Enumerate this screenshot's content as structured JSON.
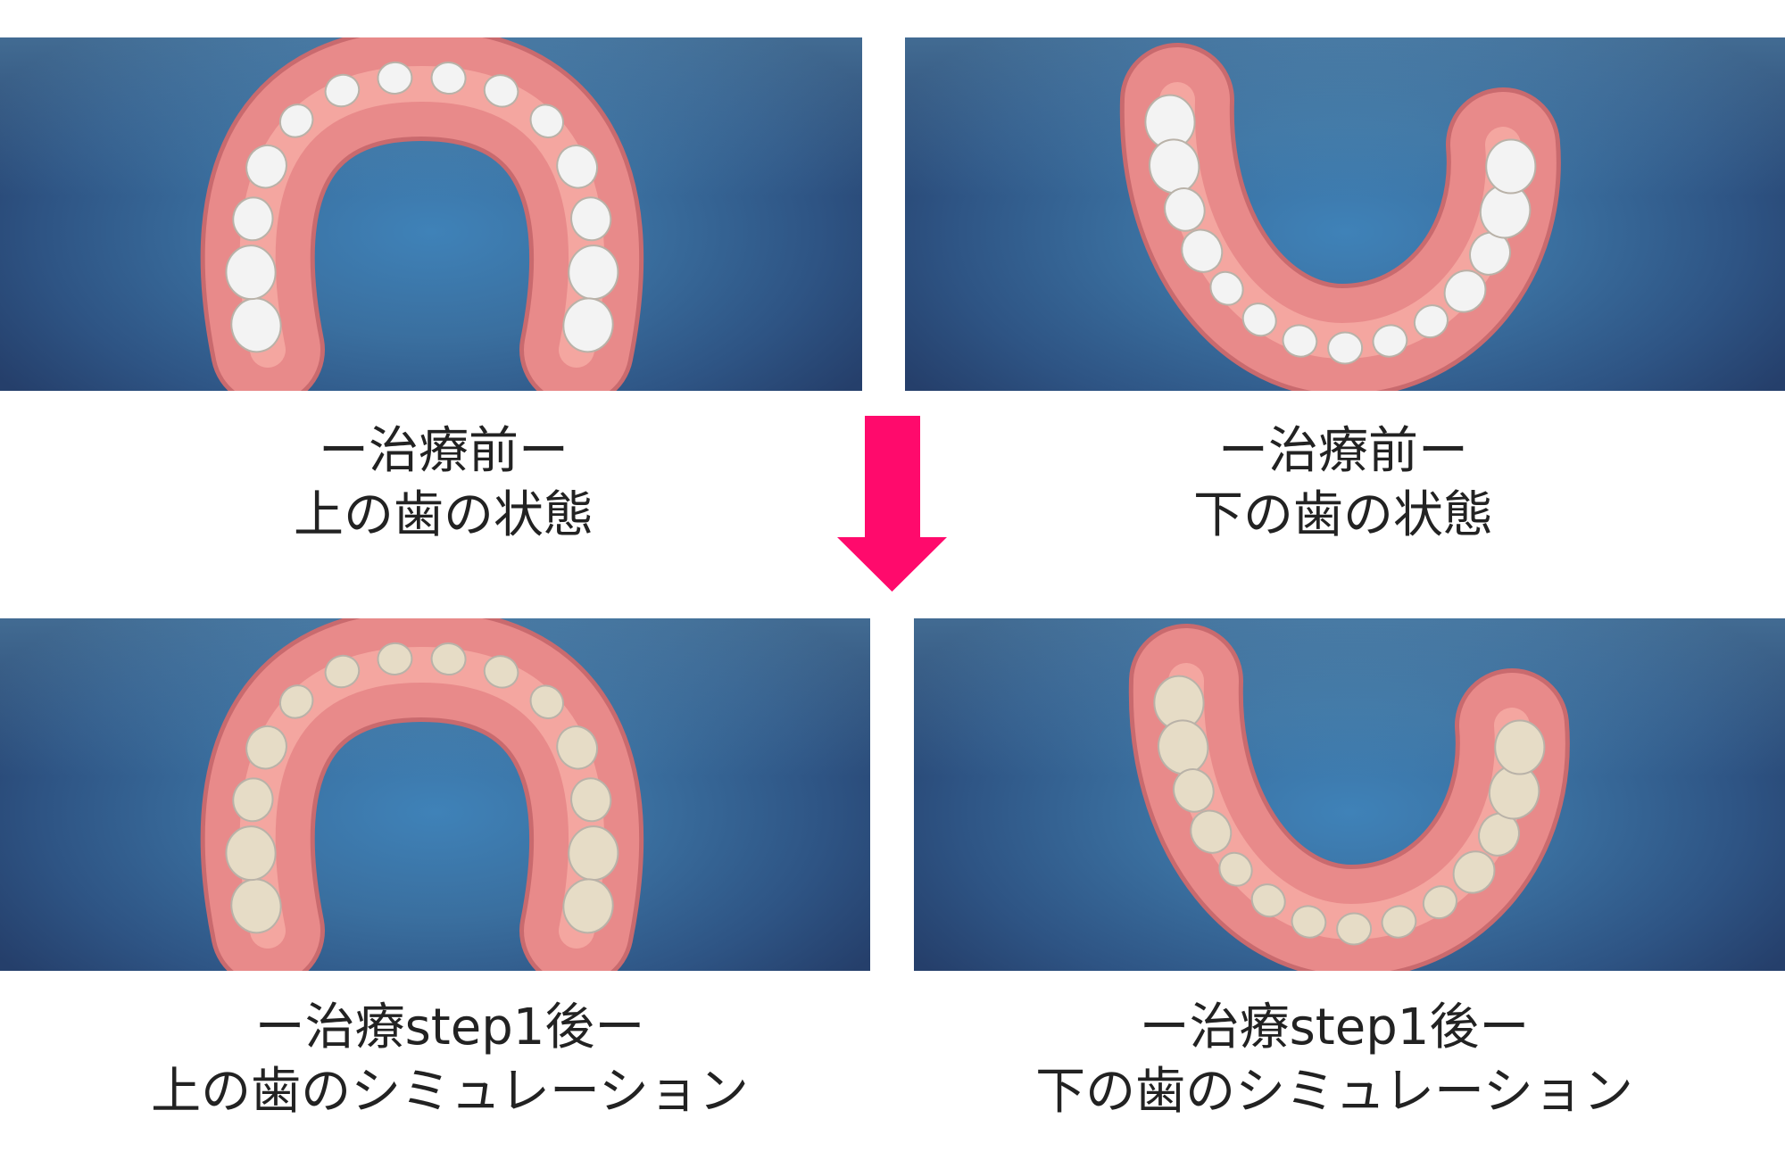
{
  "panels": [
    {
      "id": "upper-before",
      "caption_line1": "ー治療前ー",
      "caption_line2": "上の歯の状態",
      "arch": "upper",
      "tooth_color": "#f3f3f3"
    },
    {
      "id": "lower-before",
      "caption_line1": "ー治療前ー",
      "caption_line2": "下の歯の状態",
      "arch": "lower",
      "tooth_color": "#f3f3f3"
    },
    {
      "id": "upper-after",
      "caption_line1": "ー治療step1後ー",
      "caption_line2": "上の歯のシミュレーション",
      "arch": "upper",
      "tooth_color": "#e6dcc6"
    },
    {
      "id": "lower-after",
      "caption_line1": "ー治療step1後ー",
      "caption_line2": "下の歯のシミュレーション",
      "arch": "lower",
      "tooth_color": "#e6dcc6"
    }
  ],
  "colors": {
    "arrow": "#ff0a6c",
    "gum": "#e88a8a",
    "gum_inner": "#f4a6a0"
  }
}
